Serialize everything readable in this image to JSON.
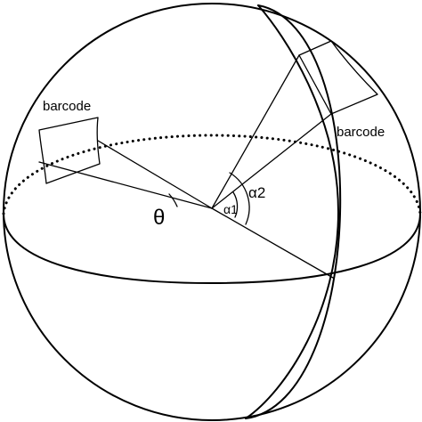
{
  "diagram": {
    "labels": {
      "barcode_left": "barcode",
      "barcode_right": "barcode",
      "theta": "θ",
      "alpha1": "α1",
      "alpha2": "α2"
    }
  }
}
